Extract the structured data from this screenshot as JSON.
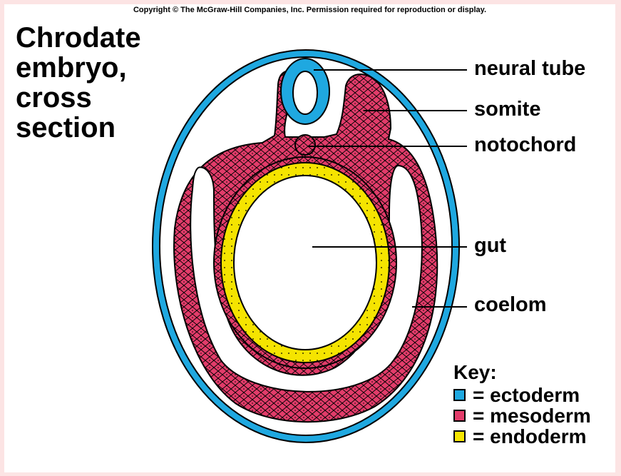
{
  "copyright": "Copyright © The McGraw-Hill Companies, Inc. Permission required for reproduction or display.",
  "title_lines": [
    "Chrodate",
    "embryo,",
    "cross",
    "section"
  ],
  "labels": {
    "neural_tube": "neural tube",
    "somite": "somite",
    "notochord": "notochord",
    "gut": "gut",
    "coelom": "coelom"
  },
  "key": {
    "title": "Key:",
    "items": [
      {
        "text": "= ectoderm",
        "color": "#1fa8e0"
      },
      {
        "text": "= mesoderm",
        "color": "#e23c6a"
      },
      {
        "text": "= endoderm",
        "color": "#f5e400"
      }
    ]
  },
  "colors": {
    "ectoderm": "#1fa8e0",
    "mesoderm": "#e23c6a",
    "endoderm": "#f5e400",
    "page_background": "#fce4e4"
  }
}
